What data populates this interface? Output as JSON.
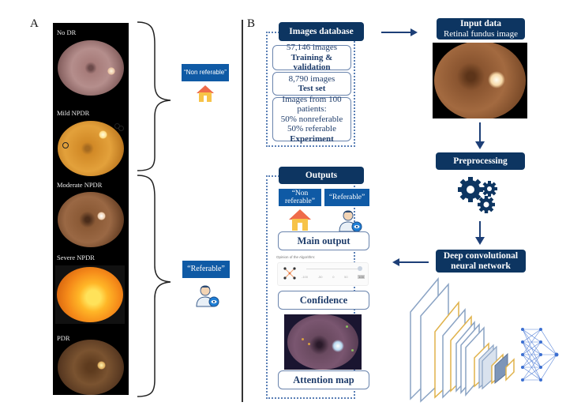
{
  "panel_a": {
    "letter": "A",
    "grades": [
      {
        "label": "No DR",
        "group": "nonreferable"
      },
      {
        "label": "Mild NPDR",
        "group": "nonreferable"
      },
      {
        "label": "Moderate NPDR",
        "group": "referable"
      },
      {
        "label": "Severe NPDR",
        "group": "referable"
      },
      {
        "label": "PDR",
        "group": "referable"
      }
    ],
    "nonreferable_tag": "“Non referable”",
    "referable_tag": "“Referable”",
    "icons": {
      "nonreferable": "house-icon",
      "referable": "doctor-eye-icon"
    }
  },
  "panel_b": {
    "letter": "B",
    "database": {
      "title": "Images database",
      "items": [
        {
          "lines": [
            "57,146 images"
          ],
          "bold": "Training & validation"
        },
        {
          "lines": [
            "8,790 images"
          ],
          "bold": "Test set"
        },
        {
          "lines": [
            "Images from 100 patients:",
            "50% nonreferable",
            "50% referable"
          ],
          "bold": "Experiment"
        }
      ]
    },
    "input": {
      "title": "Input data",
      "subtitle": "Retinal fundus image"
    },
    "preprocessing": {
      "title": "Preprocessing",
      "icon": "gears-icon"
    },
    "cnn": {
      "title_line1": "Deep convolutional",
      "title_line2": "neural network",
      "icon": "cnn-architecture-icon"
    },
    "outputs": {
      "title": "Outputs",
      "nonreferable_tag": "“Non referable”",
      "referable_tag": "“Referable”",
      "main_output": "Main output",
      "opinion_label": "Opinion of the Algorithm:",
      "slider_ticks": [
        "-100",
        "-50",
        "0",
        "50",
        "100"
      ],
      "slider_value": 100,
      "confidence": "Confidence",
      "attention_map": "Attention map"
    }
  }
}
